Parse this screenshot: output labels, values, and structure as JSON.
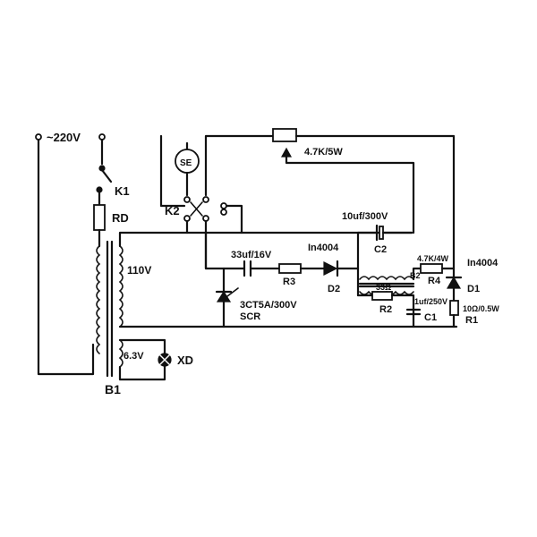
{
  "diagram": {
    "components": [
      {
        "key": "supply",
        "label": "~220V"
      },
      {
        "key": "k1",
        "label": "K1"
      },
      {
        "key": "rd",
        "label": "RD"
      },
      {
        "key": "primary",
        "label": "110V"
      },
      {
        "key": "secondary",
        "label": "6.3V"
      },
      {
        "key": "xd",
        "label": "XD"
      },
      {
        "key": "b1",
        "label": "B1"
      },
      {
        "key": "motor",
        "label": "SE"
      },
      {
        "key": "k2",
        "label": "K2"
      },
      {
        "key": "pot",
        "label": "4.7K/5W"
      },
      {
        "key": "c2_value",
        "label": "10uf/300V"
      },
      {
        "key": "c2",
        "label": "C2"
      },
      {
        "key": "cap33_value",
        "label": "33uf/16V"
      },
      {
        "key": "r3",
        "label": "R3"
      },
      {
        "key": "d2_type",
        "label": "In4004"
      },
      {
        "key": "d2",
        "label": "D2"
      },
      {
        "key": "scr_value",
        "label": "3CT5A/300V"
      },
      {
        "key": "scr",
        "label": "SCR"
      },
      {
        "key": "b2",
        "label": "B2"
      },
      {
        "key": "r2_value",
        "label": "33Ω"
      },
      {
        "key": "r2",
        "label": "R2"
      },
      {
        "key": "c1_value",
        "label": "1uf/250V"
      },
      {
        "key": "c1",
        "label": "C1"
      },
      {
        "key": "r4_value",
        "label": "4.7K/4W"
      },
      {
        "key": "r4",
        "label": "R4"
      },
      {
        "key": "d1_type",
        "label": "In4004"
      },
      {
        "key": "d1",
        "label": "D1"
      },
      {
        "key": "r1_value",
        "label": "10Ω/0.5W"
      },
      {
        "key": "r1",
        "label": "R1"
      }
    ]
  }
}
